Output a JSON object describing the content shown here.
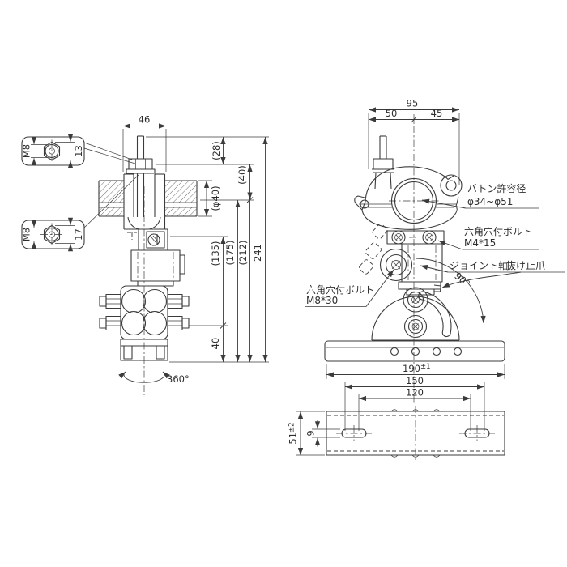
{
  "colors": {
    "line": "#3b3b3b",
    "background": "#ffffff"
  },
  "left_view": {
    "dim_width": "46",
    "dim_28": "(28)",
    "dim_40_upper": "(40)",
    "dim_phi40": "(φ40)",
    "dim_135": "(135)",
    "dim_175": "(175)",
    "dim_212": "(212)",
    "dim_241": "241",
    "dim_40_lower": "40",
    "rotation": "360°",
    "detail_top": {
      "thread": "M8",
      "width": "13"
    },
    "detail_bottom": {
      "thread": "M8",
      "width": "17"
    }
  },
  "right_view": {
    "dim_95": "95",
    "dim_50": "50",
    "dim_45": "45",
    "dim_angle": "90°",
    "note_baton_line1": "バトン許容径",
    "note_baton_line2": "φ34~φ51",
    "note_m4_line1": "六角穴付ボルト",
    "note_m4_line2": "M4*15",
    "note_joint": "ジョイント軸",
    "note_claw": "抜け止爪",
    "note_m8_line1": "六角穴付ボルト",
    "note_m8_line2": "M8*30"
  },
  "bottom_view": {
    "dim_190": "190",
    "dim_190_tol": "±1",
    "dim_150": "150",
    "dim_120": "120",
    "dim_51": "51",
    "dim_51_tol": "±2",
    "dim_9": "9"
  }
}
